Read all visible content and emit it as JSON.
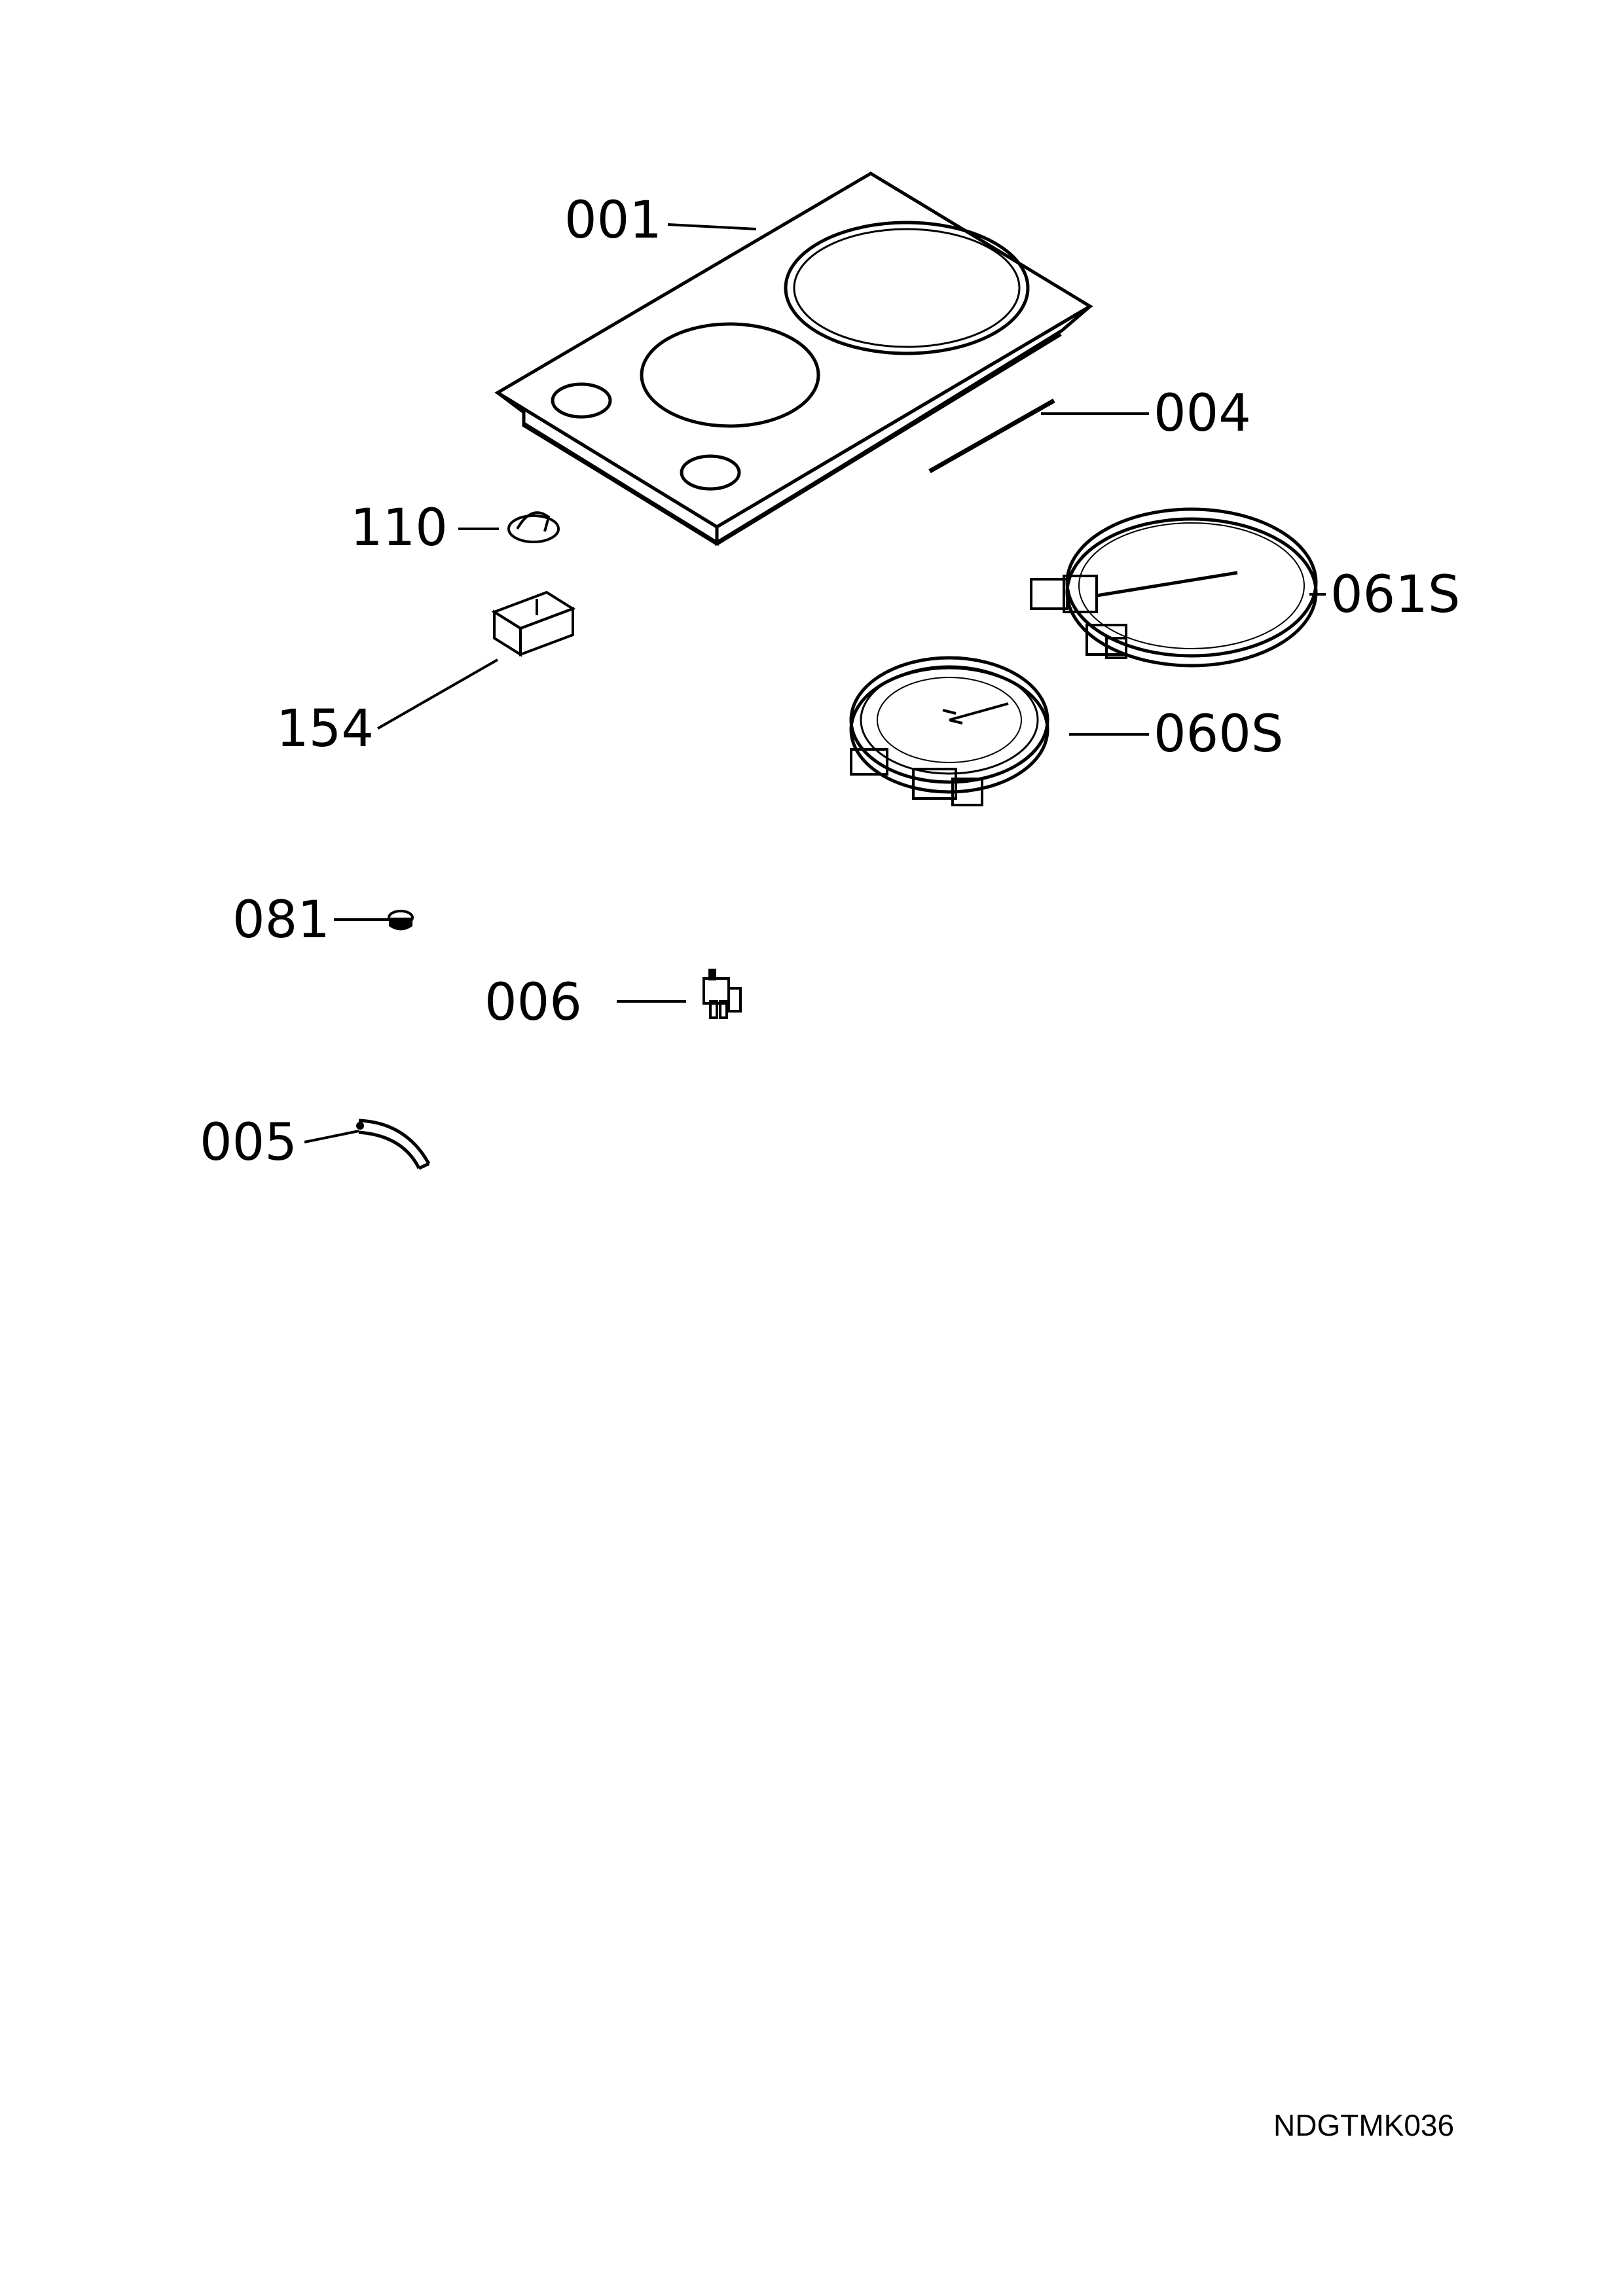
{
  "parts": [
    {
      "id": "001",
      "name": "glass-ceramic-hob-top"
    },
    {
      "id": "004",
      "name": "trim-strip"
    },
    {
      "id": "110",
      "name": "control-knob"
    },
    {
      "id": "154",
      "name": "knob-housing"
    },
    {
      "id": "061S",
      "name": "large-radiant-heating-element"
    },
    {
      "id": "060S",
      "name": "small-radiant-heating-element"
    },
    {
      "id": "081",
      "name": "rubber-foot"
    },
    {
      "id": "006",
      "name": "terminal-block"
    },
    {
      "id": "005",
      "name": "cable-clamp"
    }
  ],
  "document_code": "NDGTMK036"
}
